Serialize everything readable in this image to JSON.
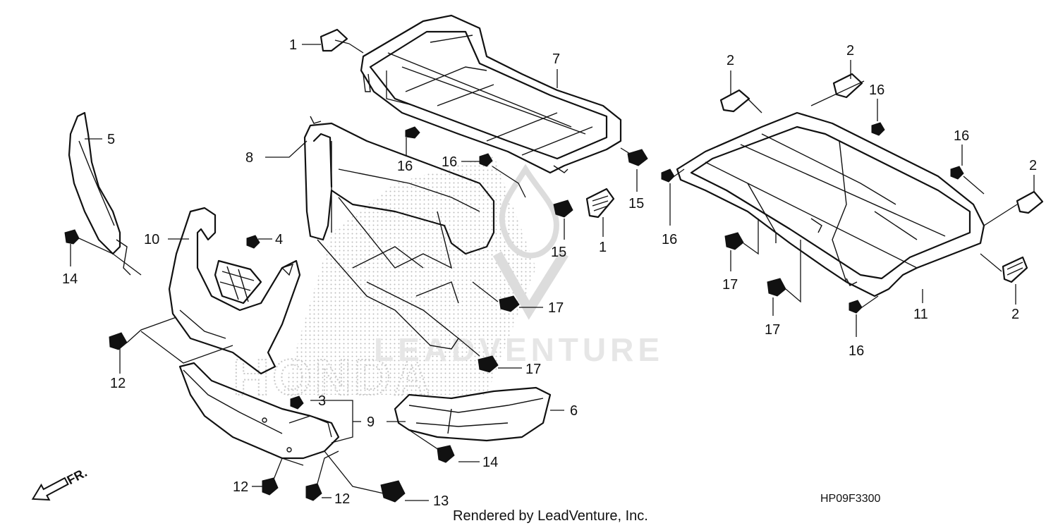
{
  "watermark": {
    "brand": "HONDA",
    "dealer": "LEADVENTURE"
  },
  "diagram_code": "HP09F3300",
  "footer": "Rendered by LeadVenture, Inc.",
  "direction_label": "FR.",
  "callouts": {
    "c1a": "1",
    "c1b": "1",
    "c2a": "2",
    "c2b": "2",
    "c2c": "2",
    "c2d": "2",
    "c3": "3",
    "c4": "4",
    "c5": "5",
    "c6": "6",
    "c7": "7",
    "c8": "8",
    "c9": "9",
    "c10": "10",
    "c11": "11",
    "c12a": "12",
    "c12b": "12",
    "c12c": "12",
    "c13": "13",
    "c14a": "14",
    "c14b": "14",
    "c15a": "15",
    "c15b": "15",
    "c16a": "16",
    "c16b": "16",
    "c16c": "16",
    "c16d": "16",
    "c16e": "16",
    "c16f": "16",
    "c17a": "17",
    "c17b": "17",
    "c17c": "17",
    "c17d": "17"
  }
}
